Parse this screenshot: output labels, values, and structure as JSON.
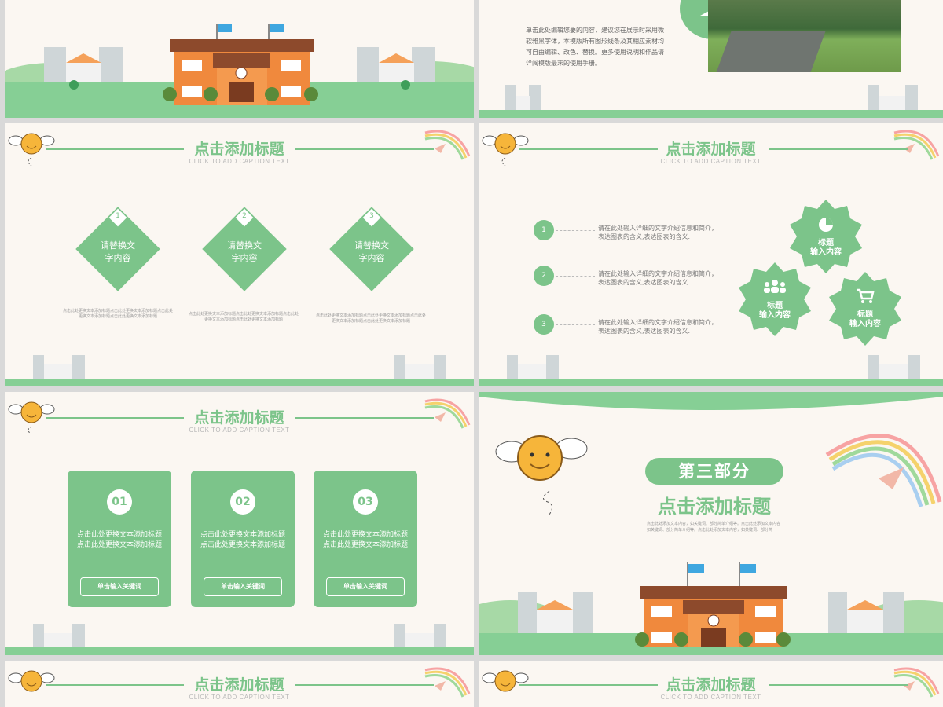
{
  "slide1": {},
  "slide2": {
    "paragraph": "单击此处编辑您要的内容，建议您在展示时采用微软雅黑字体，本模版所有图形线条及其相应素材均可自由编辑、改色、替换。更多使用说明和作品请详阅模版最末的使用手册。"
  },
  "slide3": {
    "title": "点击添加标题",
    "caption": "CLICK TO ADD CAPTION TEXT",
    "items": [
      {
        "num": "1",
        "text1": "请替换文",
        "text2": "字内容",
        "small": "点击此处更换文本添加标题点击此处更换文本添加标题点击此处更换文本添加标题点击此处更换文本添加标题"
      },
      {
        "num": "2",
        "text1": "请替换文",
        "text2": "字内容",
        "small": "点击此处更换文本添加标题点击此处更换文本添加标题点击此处更换文本添加标题点击此处更换文本添加标题"
      },
      {
        "num": "3",
        "text1": "请替换文",
        "text2": "字内容",
        "small": "点击此处更换文本添加标题点击此处更换文本添加标题点击此处更换文本添加标题点击此处更换文本添加标题"
      }
    ]
  },
  "slide4": {
    "title": "点击添加标题",
    "caption": "CLICK TO ADD CAPTION TEXT",
    "rows": [
      {
        "num": "1",
        "line1": "请在此处输入详细的文字介绍信息和简介，",
        "line2": "表达图表的含义,表达图表的含义."
      },
      {
        "num": "2",
        "line1": "请在此处输入详细的文字介绍信息和简介，",
        "line2": "表达图表的含义,表达图表的含义."
      },
      {
        "num": "3",
        "line1": "请在此处输入详细的文字介绍信息和简介，",
        "line2": "表达图表的含义,表达图表的含义."
      }
    ],
    "badges": [
      {
        "icon": "pie-chart-icon",
        "line1": "标题",
        "line2": "输入内容"
      },
      {
        "icon": "people-icon",
        "line1": "标题",
        "line2": "输入内容"
      },
      {
        "icon": "cart-icon",
        "line1": "标题",
        "line2": "输入内容"
      }
    ]
  },
  "slide5": {
    "title": "点击添加标题",
    "caption": "CLICK TO ADD CAPTION TEXT",
    "cards": [
      {
        "num": "01",
        "line1": "点击此处更换文本添加标题",
        "line2": "点击此处更换文本添加标题",
        "button": "单击输入关键词"
      },
      {
        "num": "02",
        "line1": "点击此处更换文本添加标题",
        "line2": "点击此处更换文本添加标题",
        "button": "单击输入关键词"
      },
      {
        "num": "03",
        "line1": "点击此处更换文本添加标题",
        "line2": "点击此处更换文本添加标题",
        "button": "单击输入关键词"
      }
    ]
  },
  "slide6": {
    "section": "第三部分",
    "title": "点击添加标题",
    "small1": "点击此处添加文本内容，如关键词、部分简单介绍等。点击此处添加文本内容",
    "small2": "如关键词、部分简单介绍等。点击此处添加文本内容，如关键词、部分简"
  },
  "slide7": {
    "title": "点击添加标题",
    "caption": "CLICK TO ADD CAPTION TEXT"
  },
  "slide8": {
    "title": "点击添加标题",
    "caption": "CLICK TO ADD CAPTION TEXT"
  },
  "colors": {
    "accent": "#7cc48a",
    "background": "#fbf7f2",
    "school": "#f0893d",
    "roof": "#8d4a2c"
  }
}
